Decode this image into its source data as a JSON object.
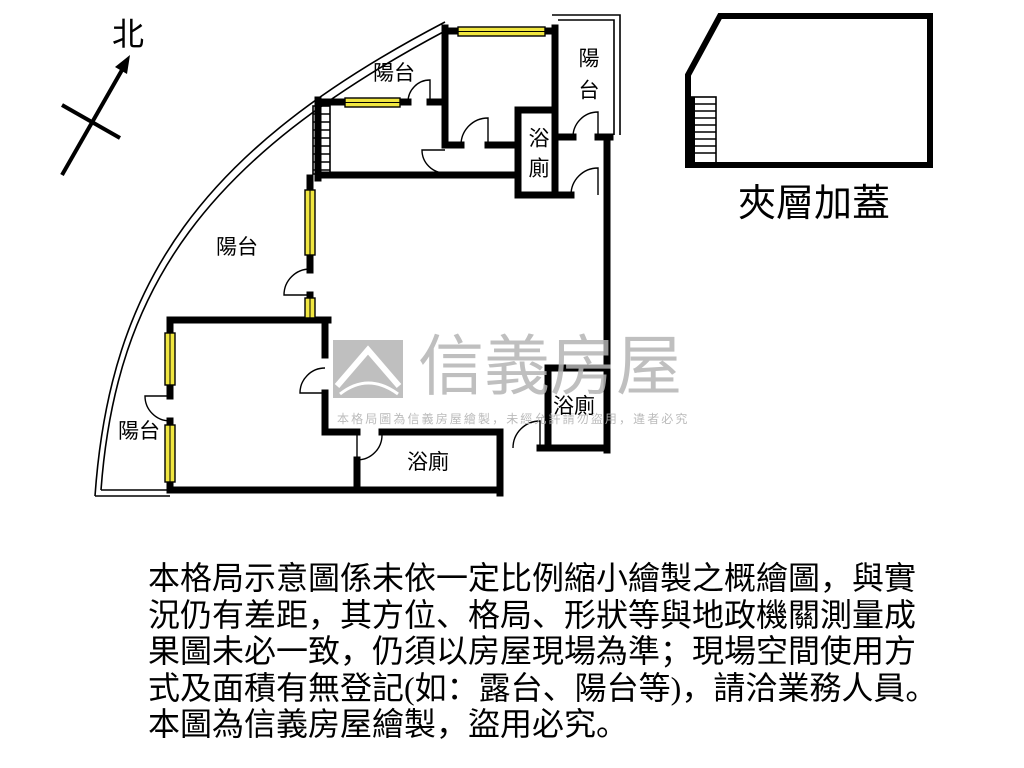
{
  "compass": {
    "label": "北"
  },
  "floor_plan": {
    "rooms": {
      "balcony_top": "陽台",
      "balcony_right": "陽台",
      "balcony_middle": "陽台",
      "balcony_bottom_left": "陽台",
      "bath_upper": "浴廁",
      "bath_right": "浴廁",
      "bath_bottom": "浴廁"
    },
    "mezzanine_label": "夾層加蓋"
  },
  "watermark": {
    "brand": "信義房屋",
    "notice": "本格局圖為信義房屋繪製，未經允許請勿盜用，違者必究"
  },
  "disclaimer": {
    "lines": [
      "本格局示意圖係未依一定比例縮小繪製之概繪圖，與實",
      "況仍有差距，其方位、格局、形狀等與地政機關測量成",
      "果圖未必一致，仍須以房屋現場為準；現場空間使用方",
      "式及面積有無登記(如：露台、陽台等)，請洽業務人員。",
      "本圖為信義房屋繪製，盜用必究。"
    ]
  },
  "colors": {
    "wall": "#000000",
    "window": "#f0e640",
    "watermark": "#b4b4b4",
    "background": "#ffffff"
  }
}
